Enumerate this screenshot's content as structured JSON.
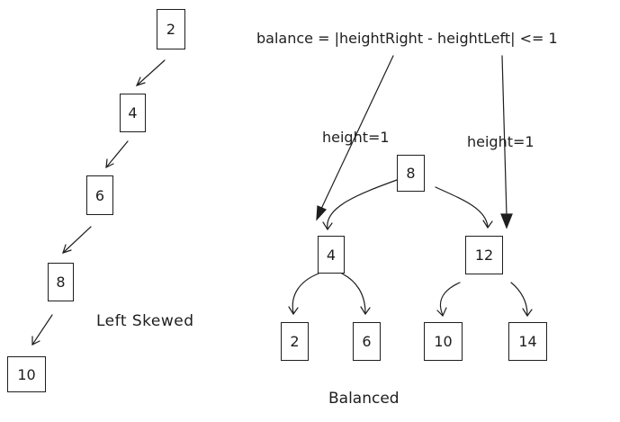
{
  "formula": "balance = |heightRight - heightLeft| <= 1",
  "height_left_label": "height=1",
  "height_right_label": "height=1",
  "left_skewed": {
    "caption": "Left Skewed",
    "nodes": [
      "2",
      "4",
      "6",
      "8",
      "10"
    ]
  },
  "balanced": {
    "caption": "Balanced",
    "root": "8",
    "level1": [
      "4",
      "12"
    ],
    "level2": [
      "2",
      "6",
      "10",
      "14"
    ]
  },
  "colors": {
    "stroke": "#1e1e1e",
    "background": "#ffffff"
  }
}
